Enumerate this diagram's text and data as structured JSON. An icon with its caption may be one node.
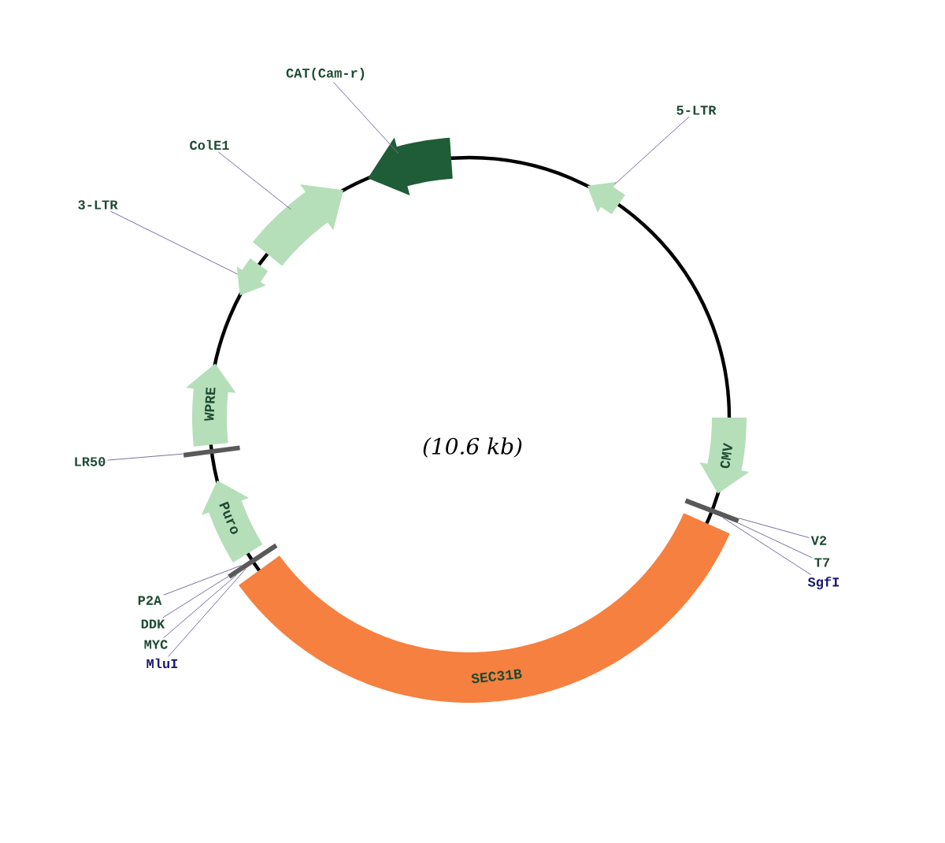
{
  "diagram": {
    "nodes": [
      {
        "text": [
          "CAT(Cam-r)"
        ]
      },
      {
        "text": [],
        "shape": "arrow"
      },
      {
        "text": [
          "5-LTR"
        ]
      },
      {
        "text": [],
        "shape": "arrow"
      },
      {
        "text": [
          "ColE1"
        ]
      },
      {
        "text": [],
        "shape": "arrow"
      },
      {
        "text": [
          "3-LTR"
        ]
      },
      {
        "text": [],
        "shape": "arrow"
      },
      {
        "text": [
          "WPRE"
        ]
      },
      {
        "text": [
          "LR50"
        ]
      },
      {
        "text": [],
        "shape": "bar"
      },
      {
        "text": [
          "Puro"
        ]
      },
      {
        "text": [
          "P2A"
        ]
      },
      {
        "text": [
          "DDK"
        ]
      },
      {
        "text": [
          "MYC"
        ]
      },
      {
        "text": [
          "MluI"
        ]
      },
      {
        "text": [],
        "shape": "bar"
      },
      {
        "text": [
          "CMV"
        ]
      },
      {
        "text": [
          "V2"
        ]
      },
      {
        "text": [
          "T7"
        ]
      },
      {
        "text": [
          "SgfI"
        ]
      },
      {
        "text": [],
        "shape": "bar"
      },
      {
        "text": [
          "SEC31B"
        ]
      }
    ],
    "edges": [
      {
        "from": 0,
        "to": 1,
        "arrow": "none"
      },
      {
        "from": 2,
        "to": 3,
        "arrow": "none"
      },
      {
        "from": 4,
        "to": 5,
        "arrow": "none"
      },
      {
        "from": 6,
        "to": 7,
        "arrow": "none"
      },
      {
        "from": 9,
        "to": 10,
        "arrow": "none"
      },
      {
        "from": 12,
        "to": 16,
        "arrow": "none"
      },
      {
        "from": 13,
        "to": 16,
        "arrow": "none"
      },
      {
        "from": 14,
        "to": 16,
        "arrow": "none"
      },
      {
        "from": 15,
        "to": 16,
        "arrow": "none"
      },
      {
        "from": 18,
        "to": 21,
        "arrow": "none"
      },
      {
        "from": 19,
        "to": 21,
        "arrow": "none"
      },
      {
        "from": 20,
        "to": 21,
        "arrow": "none"
      }
    ],
    "labels": [
      "(10.6 kb)"
    ]
  }
}
